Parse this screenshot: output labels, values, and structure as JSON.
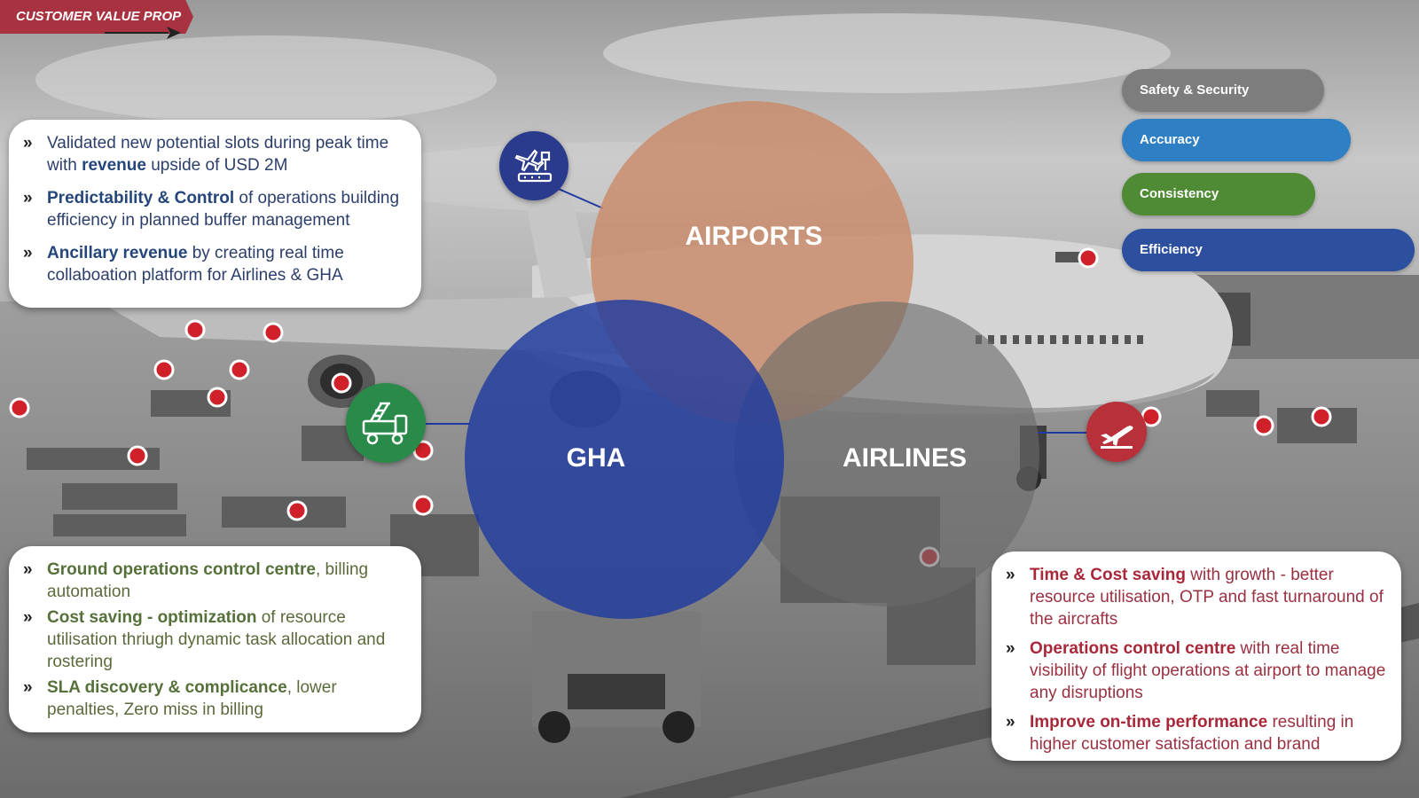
{
  "tag": {
    "label": "CUSTOMER VALUE PROP"
  },
  "pills": [
    {
      "label": "Safety & Security",
      "color": "#7d7d7d"
    },
    {
      "label": "Accuracy",
      "color": "#2f7fc4"
    },
    {
      "label": "Consistency",
      "color": "#4f8a34"
    },
    {
      "label": "Efficiency",
      "color": "#2c4fa0"
    }
  ],
  "circles": {
    "airports": {
      "label": "AIRPORTS",
      "color": "#c98b6a"
    },
    "gha": {
      "label": "GHA",
      "color": "#1f3aa0"
    },
    "airlines": {
      "label": "AIRLINES",
      "color": "#6a6a6a"
    }
  },
  "icons": {
    "airport": {
      "name": "airport-control-tower-icon",
      "color": "#2a3a8c"
    },
    "gha": {
      "name": "ground-handling-truck-icon",
      "color": "#2a8a4a"
    },
    "airline": {
      "name": "airplane-takeoff-icon",
      "color": "#b8303a"
    }
  },
  "airport_card": {
    "items": [
      {
        "pre": "Validated new potential slots during peak time with ",
        "bold": "revenue",
        "post": " upside of USD 2M"
      },
      {
        "pre": "",
        "bold": "Predictability & Control",
        "post": " of operations building efficiency in planned buffer management"
      },
      {
        "pre": "",
        "bold": "Ancillary revenue",
        "post": " by creating real time collaboation platform for Airlines & GHA"
      }
    ]
  },
  "gha_card": {
    "items": [
      {
        "bold": "Ground operations control centre",
        "post": ", billing automation"
      },
      {
        "bold": "Cost saving - optimization",
        "post": " of resource utilisation thriugh dynamic task allocation and rostering"
      },
      {
        "bold": "SLA  discovery & complicance",
        "post": ", lower penalties, Zero miss in billing"
      }
    ]
  },
  "airline_card": {
    "items": [
      {
        "bold": "Time & Cost saving",
        "post": " with growth - better resource utilisation, OTP and fast turnaround of the aircrafts"
      },
      {
        "bold": "Operations control centre",
        "post": " with real time visibility of flight operations at airport to manage any disruptions"
      },
      {
        "bold": "Improve on-time performance",
        "post": " resulting in higher customer satisfaction and brand"
      }
    ]
  }
}
